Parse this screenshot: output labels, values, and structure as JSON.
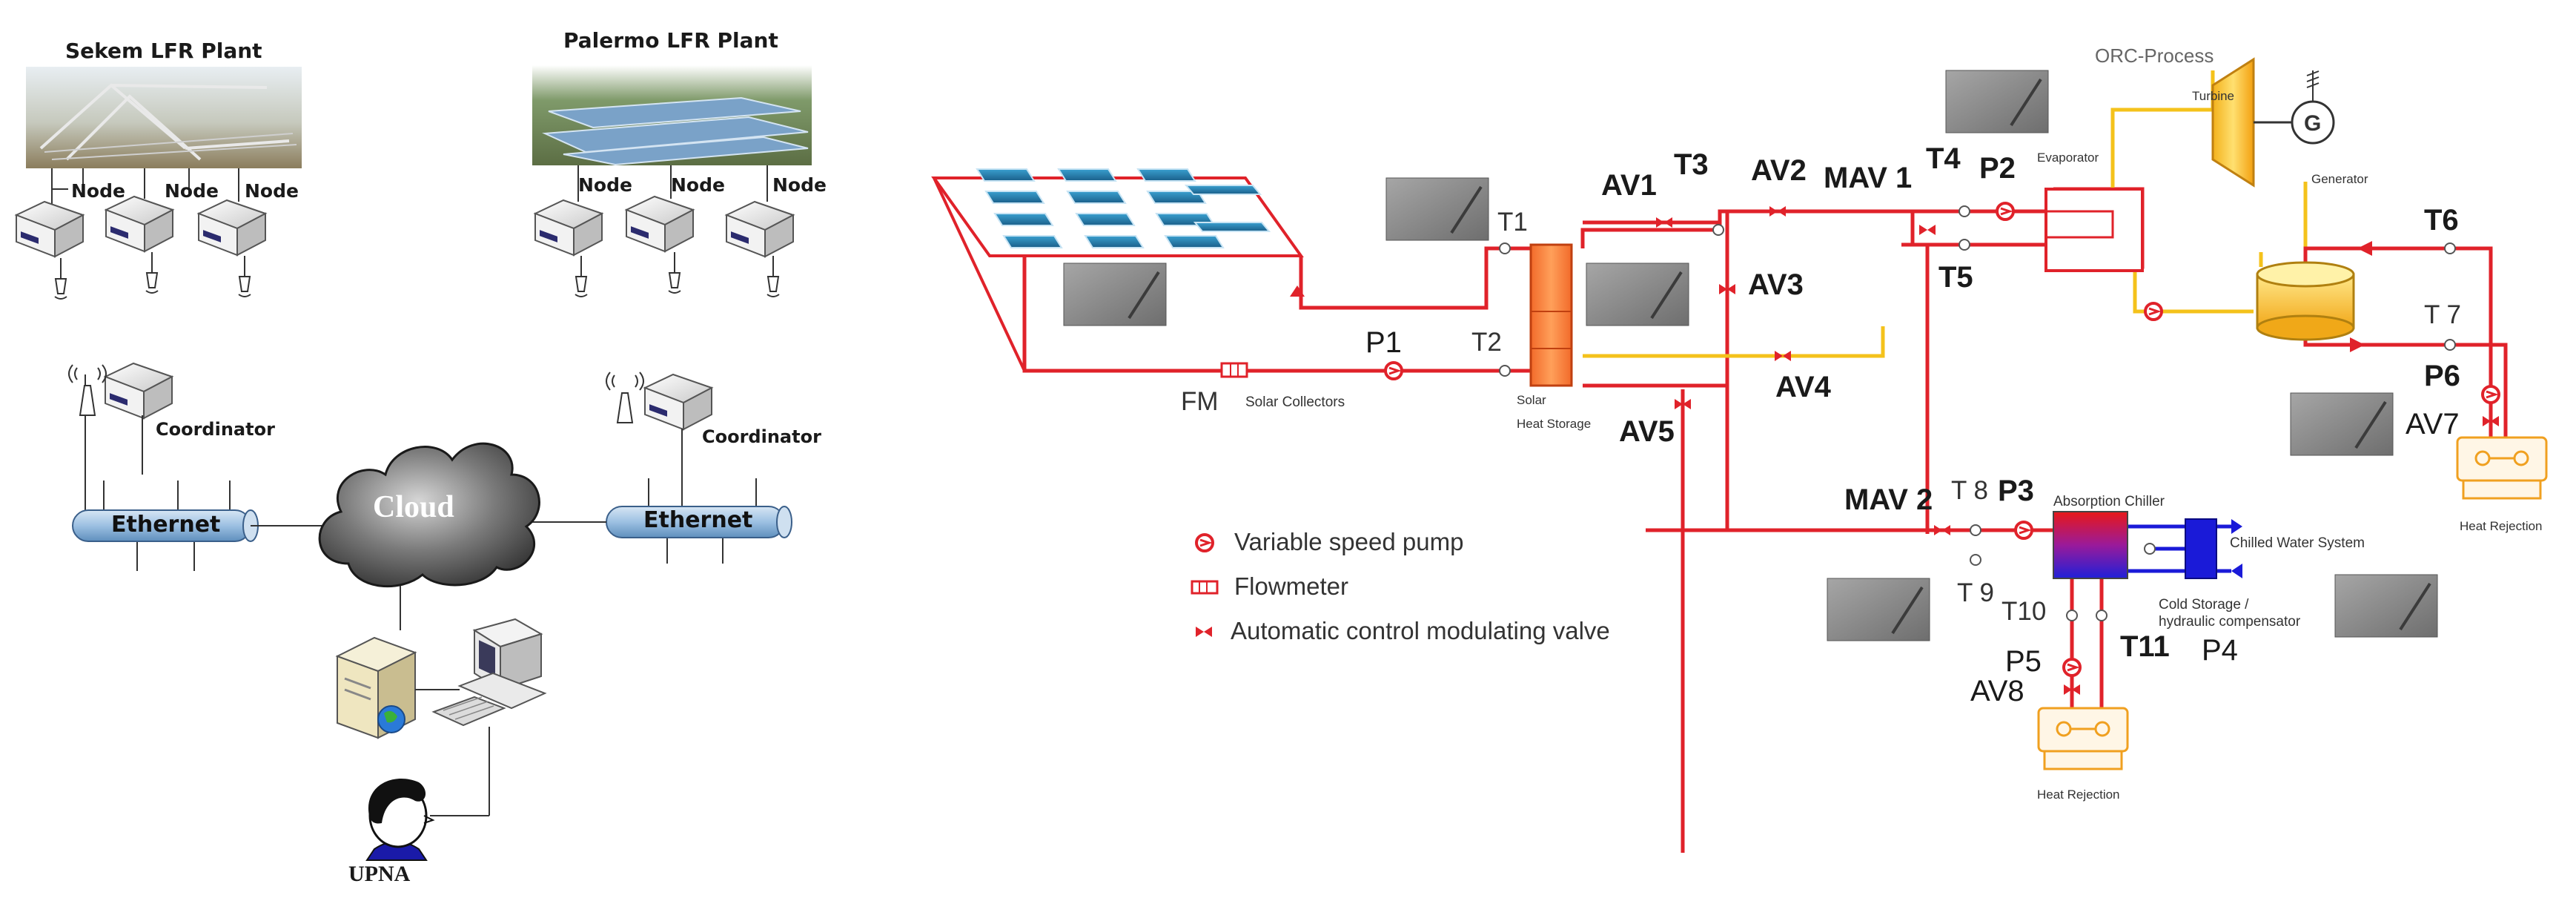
{
  "network": {
    "sekem_title": "Sekem LFR Plant",
    "palermo_title": "Palermo LFR Plant",
    "node_label": "Node",
    "coordinator_label": "Coordinator",
    "ethernet_label": "Ethernet",
    "cloud_label": "Cloud",
    "upna_label": "UPNA"
  },
  "process": {
    "orc_process": "ORC-Process",
    "turbine": "Turbine",
    "generator": "Generator",
    "generator_symbol": "G",
    "evaporator": "Evaporator",
    "absorption_chiller": "Absorption Chiller",
    "chilled_water_system": "Chilled Water System",
    "cold_storage_1": "Cold Storage /",
    "cold_storage_2": "hydraulic compensator",
    "heat_rejection": "Heat Rejection",
    "solar_collectors": "Solar Collectors",
    "solar_heat_storage_1": "Solar",
    "solar_heat_storage_2": "Heat Storage",
    "fm": "FM",
    "labels": {
      "T1": "T1",
      "T2": "T2",
      "T3": "T3",
      "T4": "T4",
      "T5": "T5",
      "T6": "T6",
      "T7": "T 7",
      "T8": "T 8",
      "T9": "T 9",
      "T10": "T10",
      "T11": "T11",
      "P1": "P1",
      "P2": "P2",
      "P3": "P3",
      "P4": "P4",
      "P5": "P5",
      "P6": "P6",
      "AV1": "AV1",
      "AV2": "AV2",
      "AV3": "AV3",
      "AV4": "AV4",
      "AV5": "AV5",
      "AV7": "AV7",
      "AV8": "AV8",
      "MAV1": "MAV 1",
      "MAV2": "MAV 2"
    }
  },
  "legend": {
    "pump": "Variable speed pump",
    "flowmeter": "Flowmeter",
    "valve": "Automatic control modulating valve"
  },
  "colors": {
    "pipe_red": "#e0222a",
    "pipe_yellow": "#f4c21b",
    "storage_orange": "#f07830",
    "chiller_blue": "#1a1ad8",
    "ethernet_blue": "#a8c8e8"
  }
}
